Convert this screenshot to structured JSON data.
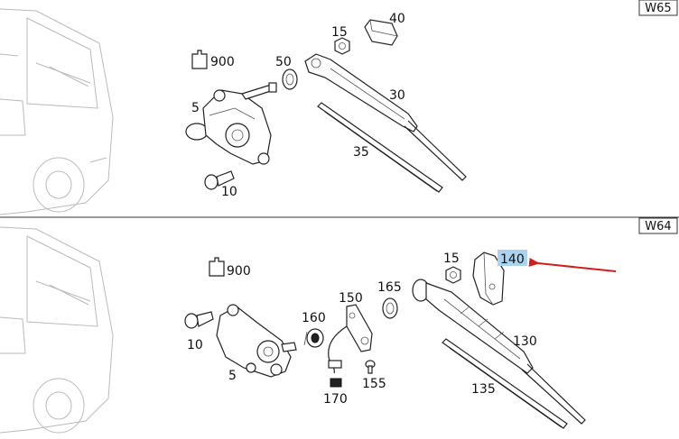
{
  "sections": [
    {
      "code": "W65",
      "callouts": [
        {
          "id": "c-900",
          "text": "900"
        },
        {
          "id": "c-50",
          "text": "50"
        },
        {
          "id": "c-15",
          "text": "15"
        },
        {
          "id": "c-40",
          "text": "40"
        },
        {
          "id": "c-5",
          "text": "5"
        },
        {
          "id": "c-30",
          "text": "30"
        },
        {
          "id": "c-35",
          "text": "35"
        },
        {
          "id": "c-10",
          "text": "10"
        }
      ]
    },
    {
      "code": "W64",
      "callouts": [
        {
          "id": "c-900",
          "text": "900"
        },
        {
          "id": "c-15",
          "text": "15"
        },
        {
          "id": "c-140",
          "text": "140",
          "highlighted": true
        },
        {
          "id": "c-150",
          "text": "150"
        },
        {
          "id": "c-165",
          "text": "165"
        },
        {
          "id": "c-160",
          "text": "160"
        },
        {
          "id": "c-10",
          "text": "10"
        },
        {
          "id": "c-5",
          "text": "5"
        },
        {
          "id": "c-130",
          "text": "130"
        },
        {
          "id": "c-155",
          "text": "155"
        },
        {
          "id": "c-170",
          "text": "170"
        },
        {
          "id": "c-135",
          "text": "135"
        }
      ]
    }
  ],
  "colors": {
    "highlight": "#a9d3ee",
    "arrow": "#d0201c",
    "line": "#222222"
  },
  "icons": {
    "connector": "connector-tag-icon"
  }
}
